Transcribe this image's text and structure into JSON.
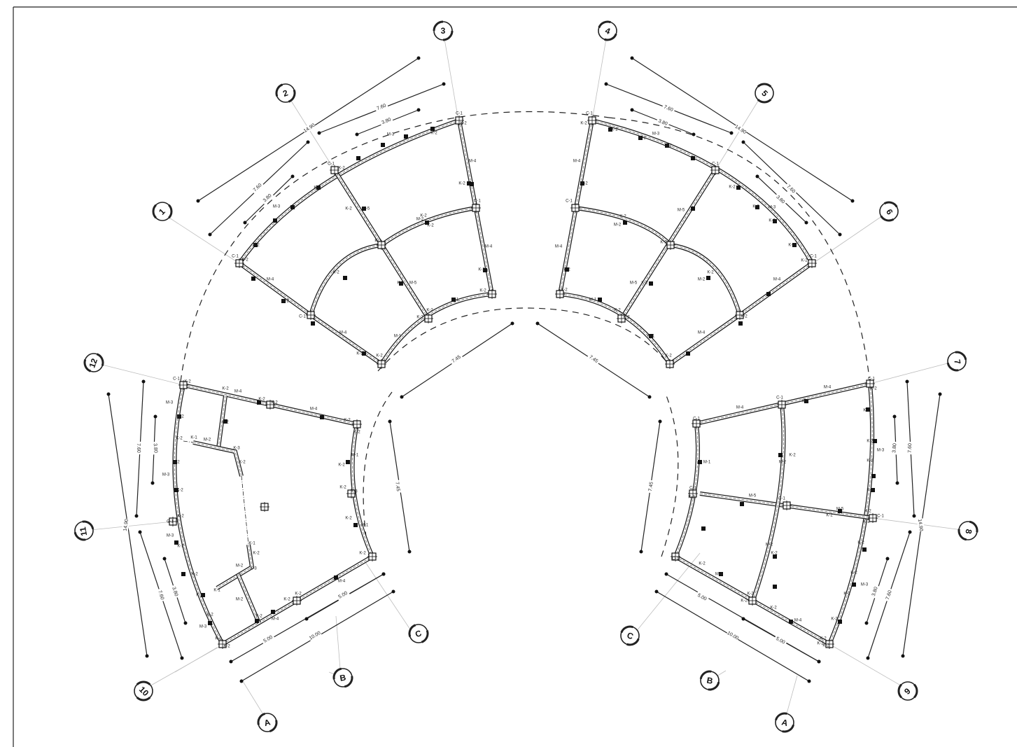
{
  "drawing": {
    "grid_numbers": [
      "1",
      "2",
      "3",
      "4",
      "5",
      "6",
      "7",
      "8",
      "9",
      "10",
      "11",
      "12"
    ],
    "grid_letters": [
      "A",
      "B",
      "C"
    ],
    "dimension_labels": {
      "d1490": "14.90",
      "d760": "7.60",
      "d380": "3.80",
      "d745": "7.45",
      "d500": "5.00",
      "d1000": "10.00"
    },
    "column_mark": "C-1",
    "beam_marks": [
      "K-1",
      "K-2",
      "K-3"
    ],
    "wall_marks": [
      "M-1",
      "M-2",
      "M-3",
      "M-4",
      "M-5"
    ]
  }
}
